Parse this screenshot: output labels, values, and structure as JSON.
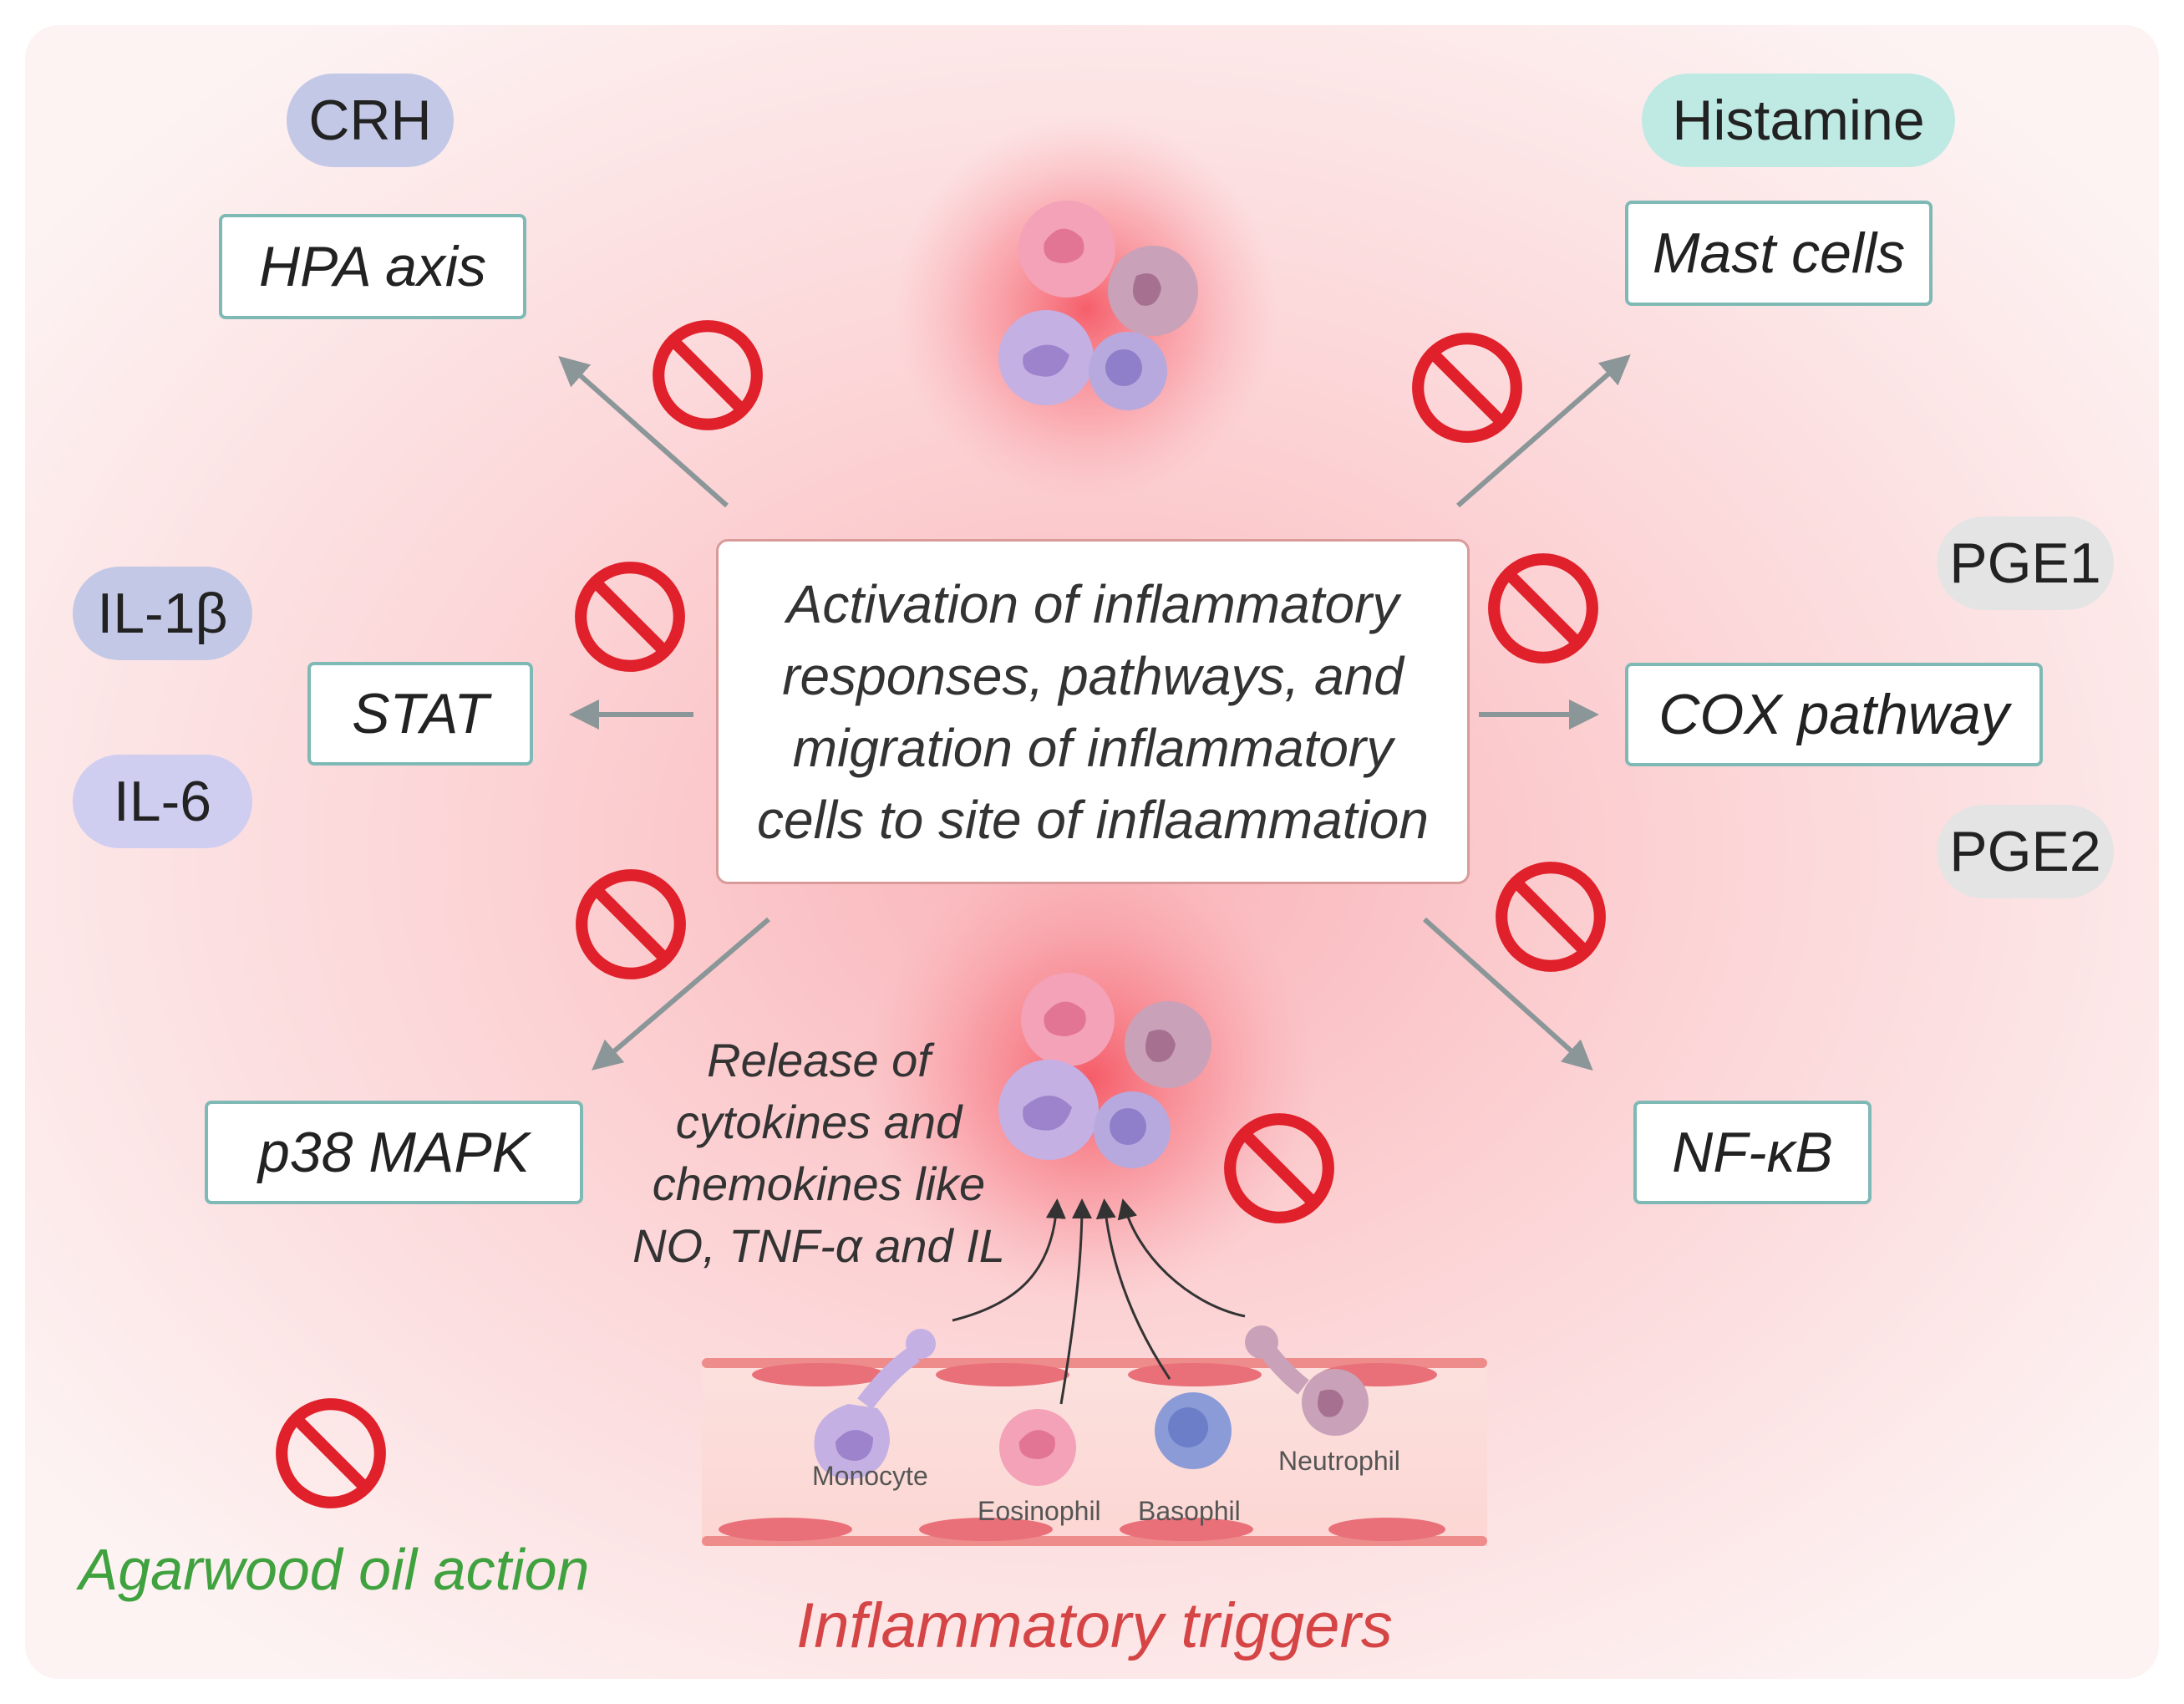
{
  "title": "Inflammatory triggers",
  "legend": {
    "label": "Agarwood oil action",
    "icon": "prohibition-icon"
  },
  "center": {
    "text": "Activation of inflammatory\nresponses, pathways, and\nmigration of inflammatory\ncells to site of inflaammation"
  },
  "release_text": "Release of\ncytokines and\nchemokines like\nNO, TNF-α and IL",
  "pathways": {
    "hpa": "HPA axis",
    "mast": "Mast cells",
    "stat": "STAT",
    "cox": "COX pathway",
    "p38": "p38 MAPK",
    "nfkb": "NF-κB"
  },
  "mediators": {
    "crh": "CRH",
    "histamine": "Histamine",
    "il1b": "IL-1β",
    "il6": "IL-6",
    "pge1": "PGE1",
    "pge2": "PGE2"
  },
  "cells": {
    "monocyte": "Monocyte",
    "eosinophil": "Eosinophil",
    "basophil": "Basophil",
    "neutrophil": "Neutrophil"
  },
  "colors": {
    "inhibit": "#e0202a",
    "box_border": "#7fb9b5",
    "pill_blue": "#c3c8e6",
    "pill_teal": "#bfe9e3",
    "pill_grey": "#e4e4e4",
    "legend_green": "#3fa23f",
    "trigger_red": "#d64545",
    "arrow": "#8a9698"
  }
}
